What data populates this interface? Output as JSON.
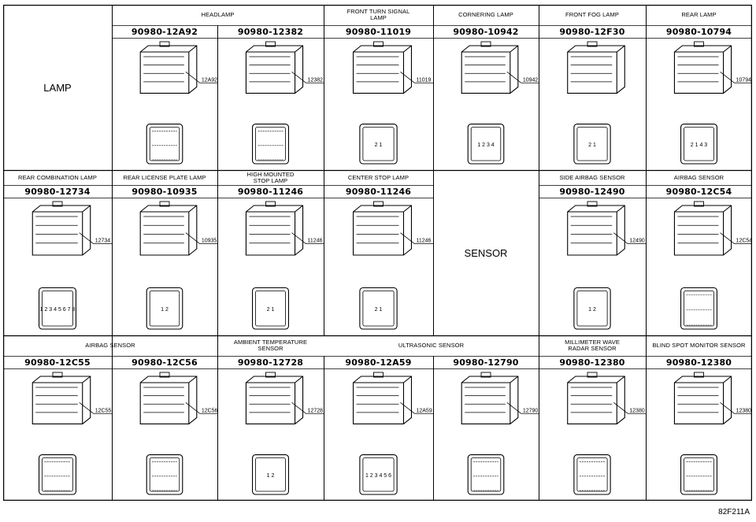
{
  "categories": {
    "lamp": "LAMP",
    "sensor": "SENSOR"
  },
  "figure_code": "82F211A",
  "headers": {
    "headlamp": "HEADLAMP",
    "front_turn_signal_lamp": "FRONT TURN SIGNAL LAMP",
    "cornering_lamp": "CORNERING LAMP",
    "front_fog_lamp": "FRONT FOG LAMP",
    "rear_lamp": "REAR LAMP",
    "rear_combination_lamp": "REAR COMBINATION LAMP",
    "rear_license_plate_lamp": "REAR LICENSE PLATE LAMP",
    "high_mounted_stop_lamp": "HIGH MOUNTED STOP LAMP",
    "center_stop_lamp": "CENTER STOP LAMP",
    "side_airbag_sensor": "SIDE AIRBAG SENSOR",
    "airbag_sensor": "AIRBAG SENSOR",
    "airbag_sensor_2": "AIRBAG SENSOR",
    "ambient_temperature_sensor": "AMBIENT TEMPERATURE SENSOR",
    "ultrasonic_sensor": "ULTRASONIC SENSOR",
    "millimeter_wave_radar_sensor": "MILLIMETER WAVE RADAR SENSOR",
    "blind_spot_monitor_sensor": "BLIND SPOT MONITOR SENSOR"
  },
  "connectors": [
    {
      "part": "90980-12A92",
      "callout": "12A92",
      "face": ""
    },
    {
      "part": "90980-12382",
      "callout": "12382",
      "face": ""
    },
    {
      "part": "90980-11019",
      "callout": "11019",
      "face": "2 1"
    },
    {
      "part": "90980-10942",
      "callout": "10942",
      "face": "1 2 3 4"
    },
    {
      "part": "90980-12F30",
      "callout": "",
      "face": "2 1"
    },
    {
      "part": "90980-10794",
      "callout": "10794",
      "face": "2 1 4 3"
    },
    {
      "part": "90980-12734",
      "callout": "12734",
      "face": "1 2 3 4 5 6 7 8"
    },
    {
      "part": "90980-10935",
      "callout": "10935",
      "face": "1 2"
    },
    {
      "part": "90980-11246",
      "callout": "11246",
      "face": "2 1"
    },
    {
      "part": "90980-11246",
      "callout": "11246",
      "face": "2 1"
    },
    {
      "part": "90980-12490",
      "callout": "12490",
      "face": "1 2"
    },
    {
      "part": "90980-12C54",
      "callout": "12C54",
      "face": ""
    },
    {
      "part": "90980-12C55",
      "callout": "12C55",
      "face": ""
    },
    {
      "part": "90980-12C56",
      "callout": "12C56",
      "face": ""
    },
    {
      "part": "90980-12728",
      "callout": "12728",
      "face": "1 2"
    },
    {
      "part": "90980-12A59",
      "callout": "12A59",
      "face": "1 2 3 4 5 6"
    },
    {
      "part": "90980-12790",
      "callout": "12790",
      "face": ""
    },
    {
      "part": "90980-12380",
      "callout": "12380",
      "face": ""
    },
    {
      "part": "90980-12380",
      "callout": "12380",
      "face": ""
    }
  ]
}
